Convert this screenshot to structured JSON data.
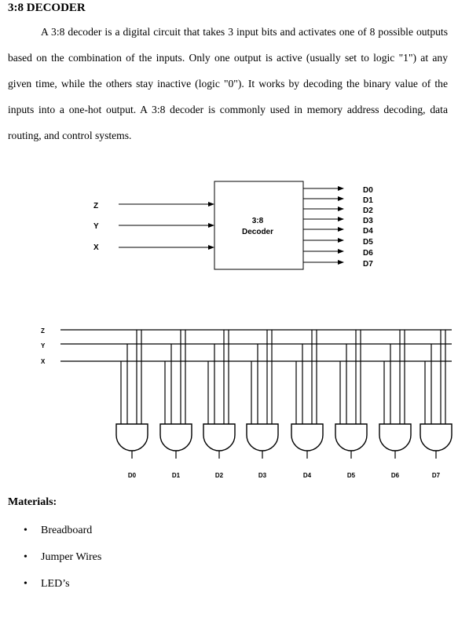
{
  "title": "3:8 DECODER",
  "paragraph": "A 3:8 decoder is a digital circuit that takes 3 input bits and activates one of 8 possible outputs based on the combination of the inputs. Only one output is active (usually set to logic \"1\") at any given time, while the others stay inactive (logic \"0\"). It works by decoding the binary value of the inputs into a one-hot output. A 3:8 decoder is commonly used in memory address decoding, data routing, and control systems.",
  "block_diagram": {
    "inputs": [
      "Z",
      "Y",
      "X"
    ],
    "block_label_line1": "3:8",
    "block_label_line2": "Decoder",
    "outputs": [
      "D0",
      "D1",
      "D2",
      "D3",
      "D4",
      "D5",
      "D6",
      "D7"
    ]
  },
  "gate_diagram": {
    "inputs": [
      "Z",
      "Y",
      "X"
    ],
    "outputs": [
      "D0",
      "D1",
      "D2",
      "D3",
      "D4",
      "D5",
      "D6",
      "D7"
    ]
  },
  "materials": {
    "heading": "Materials:",
    "items": [
      "Breadboard",
      "Jumper Wires",
      "LED’s"
    ]
  }
}
